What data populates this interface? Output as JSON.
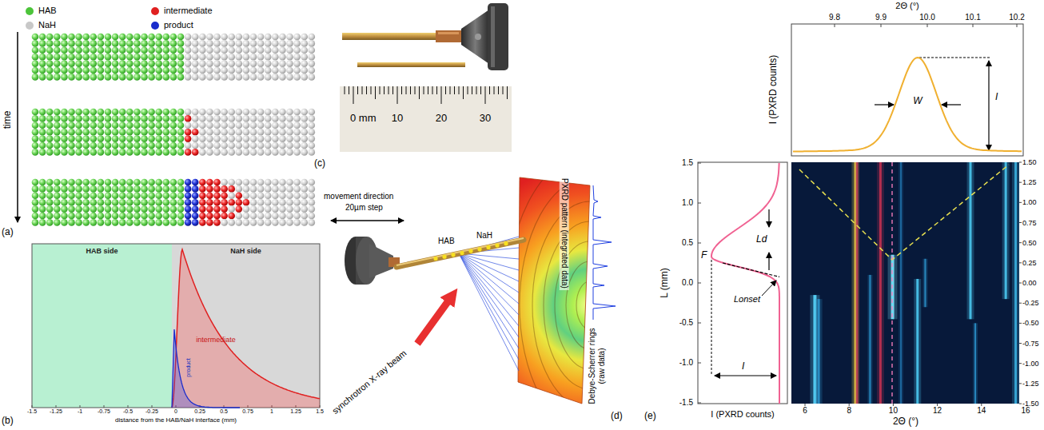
{
  "diagram": {
    "nodes": [
      {
        "text": [
          "HAB side"
        ]
      },
      {
        "text": [
          "NaH side"
        ]
      }
    ],
    "labels": [
      "time",
      "(a)",
      "(b)",
      "intermediate",
      "product",
      "-1.5",
      "-1.25",
      "-1",
      "-0.75",
      "-0.5",
      "-0.25",
      "0",
      "0.25",
      "0.5",
      "0.75",
      "1",
      "1.25",
      "1.5",
      "distance from the HAB/NaH interface (mm)",
      "0 mm",
      "10",
      "20",
      "30",
      "(c)",
      "movement direction",
      "20µm step",
      "HAB",
      "NaH",
      "synchrotron X-ray beam",
      "PXRD pattern (integrated data)",
      "Debye-Scherrer rings (raw data)",
      "(d)",
      "(e)",
      "2Θ (°)",
      "9.8",
      "9.9",
      "10.0",
      "10.1",
      "10.2",
      "W",
      "I",
      "I (PXRD counts)",
      "L (mm)",
      "1.5",
      "1.0",
      "0.5",
      "0.0",
      "-0.5",
      "-1.0",
      "-1.5",
      "F",
      "Ld",
      "Lonset",
      "I",
      "I (PXRD counts)",
      "1.50",
      "1.25",
      "1.00",
      "0.75",
      "0.50",
      "0.25",
      "0.00",
      "-0.25",
      "-0.50",
      "-0.75",
      "-1.00",
      "-1.25",
      "-1.50",
      "6",
      "8",
      "10",
      "12",
      "14",
      "16",
      "2Θ (°)"
    ],
    "legend": [
      {
        "text": "HAB",
        "color": "#4cc43a"
      },
      {
        "text": "NaH",
        "color": "#c8c8c8"
      },
      {
        "text": "intermediate",
        "color": "#e02020"
      },
      {
        "text": "product",
        "color": "#1a2ccc"
      }
    ]
  }
}
